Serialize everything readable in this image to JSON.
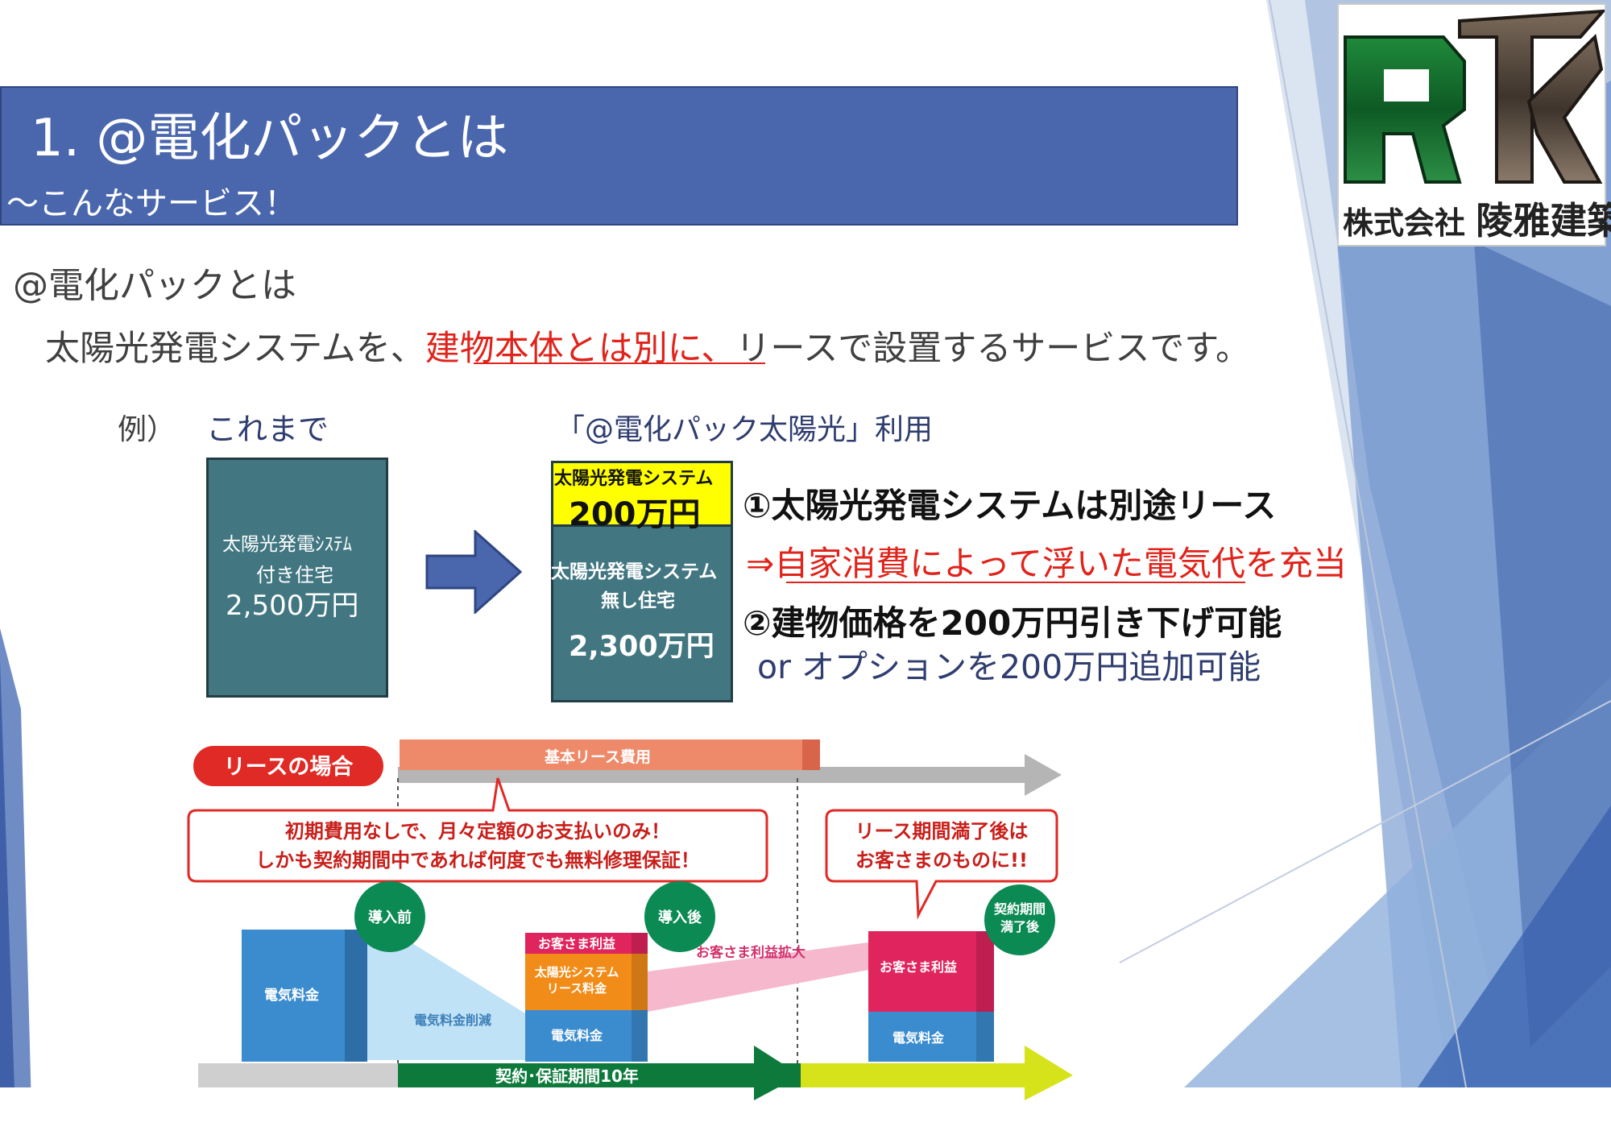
{
  "header": {
    "title": "1. @電化パックとは",
    "subtitle": "〜こんなサービス！"
  },
  "logo": {
    "letters": "RK",
    "company_prefix": "株式会社",
    "company_name": "陵雅建築"
  },
  "intro": {
    "heading": "@電化パックとは",
    "desc_before": "太陽光発電システムを、",
    "desc_red": "建物本体とは別に、",
    "desc_after": "リースで設置するサービスです。"
  },
  "example": {
    "label": "例）",
    "before_label": "これまで",
    "after_label": "「@電化パック太陽光」利用",
    "before_box": {
      "line1": "太陽光発電ｼｽﾃﾑ",
      "line2": "付き住宅",
      "price": "2,500万円"
    },
    "after_tag": {
      "line1": "太陽光発電システム",
      "price": "200万円"
    },
    "after_box": {
      "line1": "太陽光発電システム",
      "line2": "無し住宅",
      "price": "2,300万円"
    }
  },
  "points": {
    "p1": "①太陽光発電システムは別途リース",
    "p1_sub": "⇒自家消費によって浮いた電気代を充当",
    "p2": "②建物価格を200万円引き下げ可能",
    "p2_sub": "or オプションを200万円追加可能"
  },
  "diagram": {
    "lease_badge": "リースの場合",
    "basic_lease_cost": "基本リース費用",
    "callout1_line1": "初期費用なしで、月々定額のお支払いのみ！",
    "callout1_line2": "しかも契約期間中であれば何度でも無料修理保証！",
    "callout2_line1": "リース期間満了後は",
    "callout2_line2": "お客さまのものに!!",
    "before_circle": "導入前",
    "after_circle": "導入後",
    "end_circle_line1": "契約期間",
    "end_circle_line2": "満了後",
    "electricity_fee": "電気料金",
    "customer_benefit": "お客さま利益",
    "solar_lease_line1": "太陽光システム",
    "solar_lease_line2": "リース料金",
    "fee_reduction": "電気料金削減",
    "benefit_expansion": "お客さま利益拡大",
    "contract_period": "契約･保証期間10年"
  },
  "colors": {
    "header_blue": "#4a67ae",
    "box_teal": "#427782",
    "accent_red": "#e0231b",
    "highlight_yellow": "#ffff00"
  }
}
